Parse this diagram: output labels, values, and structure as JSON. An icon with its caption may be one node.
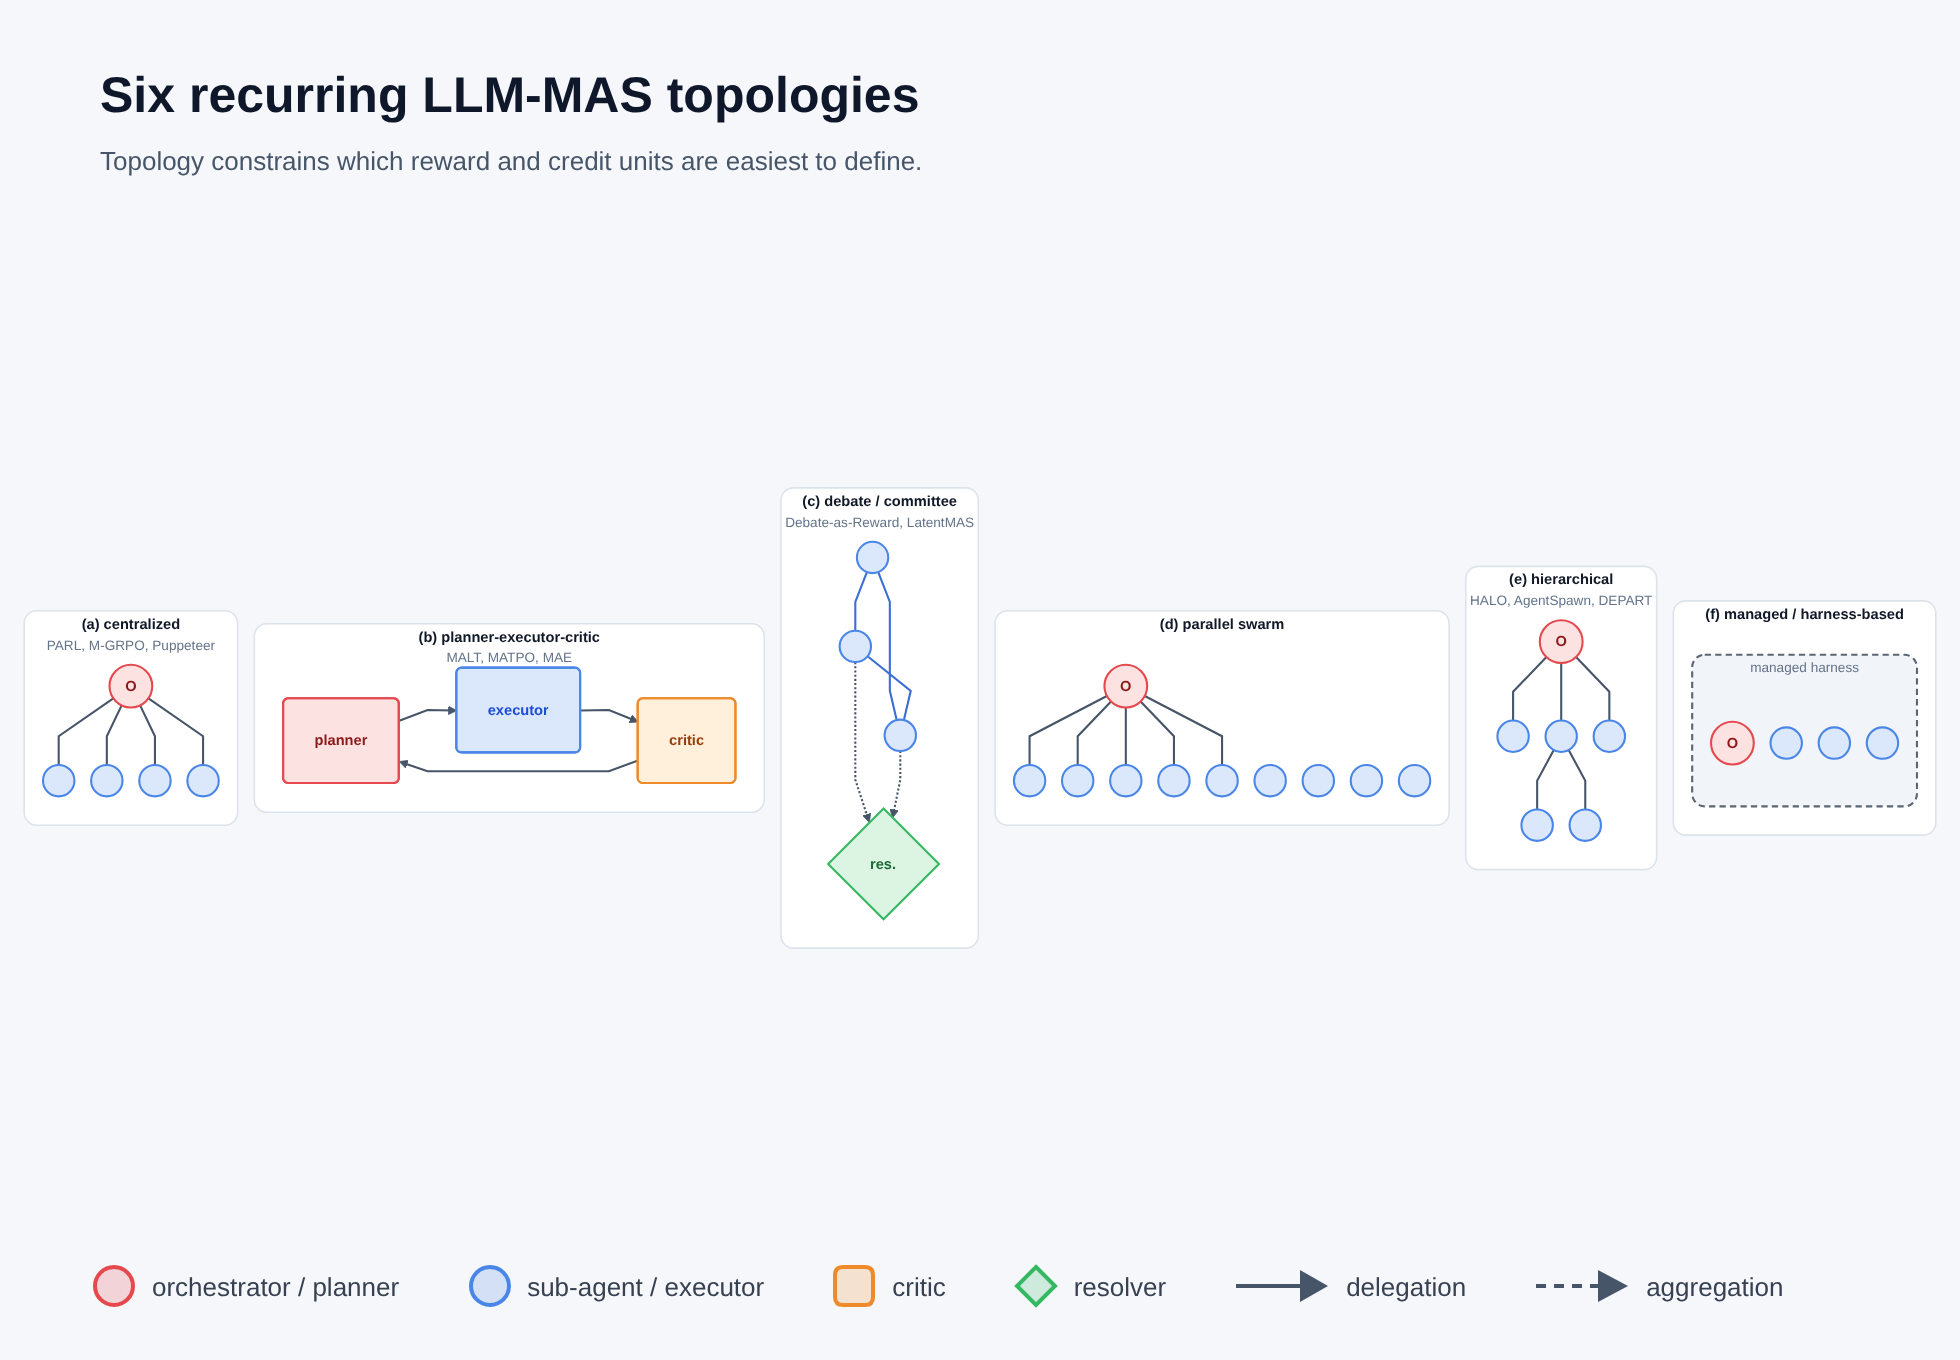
{
  "diagram": {
    "title": "Six recurring LLM-MAS topologies",
    "caption": "Topology constrains which reward and credit units are easiest to define.",
    "nodes": [
      {
        "text": [
          "(a) centralized",
          "PARL, M-GRPO, Puppeteer"
        ]
      },
      {
        "text": [
          "O"
        ],
        "in": 0
      },
      {
        "text": [],
        "shape": "circle",
        "in": 0
      },
      {
        "text": [],
        "shape": "circle",
        "in": 0
      },
      {
        "text": [],
        "shape": "circle",
        "in": 0
      },
      {
        "text": [],
        "shape": "circle",
        "in": 0
      },
      {
        "text": [
          "(b) planner-executor-critic",
          "MALT, MATPO, MAE"
        ]
      },
      {
        "text": [
          "planner"
        ],
        "in": 6
      },
      {
        "text": [
          "executor"
        ],
        "in": 6
      },
      {
        "text": [
          "critic"
        ],
        "in": 6
      },
      {
        "text": [
          "(c) debate / committee",
          "Debate-as-Reward, LatentMAS"
        ]
      },
      {
        "text": [],
        "shape": "circle",
        "in": 10
      },
      {
        "text": [],
        "shape": "circle",
        "in": 10
      },
      {
        "text": [],
        "shape": "circle",
        "in": 10
      },
      {
        "text": [
          "res."
        ],
        "in": 10
      },
      {
        "text": [
          "(d) parallel swarm"
        ]
      },
      {
        "text": [
          "O"
        ],
        "in": 15
      },
      {
        "text": [],
        "shape": "circle",
        "in": 15
      },
      {
        "text": [],
        "shape": "circle",
        "in": 15
      },
      {
        "text": [],
        "shape": "circle",
        "in": 15
      },
      {
        "text": [],
        "shape": "circle",
        "in": 15
      },
      {
        "text": [],
        "shape": "circle",
        "in": 15
      },
      {
        "text": [],
        "shape": "circle",
        "in": 15
      },
      {
        "text": [],
        "shape": "circle",
        "in": 15
      },
      {
        "text": [],
        "shape": "circle",
        "in": 15
      },
      {
        "text": [],
        "shape": "circle",
        "in": 15
      },
      {
        "text": [
          "(e) hierarchical",
          "HALO, AgentSpawn, DEPART"
        ]
      },
      {
        "text": [
          "O"
        ],
        "in": 26
      },
      {
        "text": [],
        "shape": "circle",
        "in": 26
      },
      {
        "text": [],
        "shape": "circle",
        "in": 26
      },
      {
        "text": [],
        "shape": "circle",
        "in": 26
      },
      {
        "text": [],
        "shape": "circle",
        "in": 26
      },
      {
        "text": [],
        "shape": "circle",
        "in": 26
      },
      {
        "text": [
          "(f) managed / harness-based"
        ]
      },
      {
        "text": [
          "managed harness"
        ],
        "in": 33
      },
      {
        "text": [
          "O"
        ],
        "in": 34
      },
      {
        "text": [],
        "shape": "circle",
        "in": 34
      },
      {
        "text": [],
        "shape": "circle",
        "in": 34
      },
      {
        "text": [],
        "shape": "circle",
        "in": 34
      }
    ],
    "edges": [
      {
        "from": 1,
        "to": 2,
        "arrow": "none"
      },
      {
        "from": 1,
        "to": 3,
        "arrow": "none"
      },
      {
        "from": 1,
        "to": 4,
        "arrow": "none"
      },
      {
        "from": 1,
        "to": 5,
        "arrow": "none"
      },
      {
        "from": 7,
        "to": 8,
        "arrow": "to"
      },
      {
        "from": 8,
        "to": 9,
        "arrow": "to"
      },
      {
        "from": 9,
        "to": 7,
        "arrow": "to"
      },
      {
        "from": 11,
        "to": 12,
        "arrow": "none",
        "color": "#3b6fd4"
      },
      {
        "from": 11,
        "to": 13,
        "arrow": "none",
        "color": "#3b6fd4"
      },
      {
        "from": 12,
        "to": 13,
        "arrow": "none",
        "color": "#3b6fd4"
      },
      {
        "from": 12,
        "to": 14,
        "arrow": "to",
        "style": "dashed"
      },
      {
        "from": 13,
        "to": 14,
        "arrow": "to",
        "style": "dashed"
      },
      {
        "from": 16,
        "to": 17,
        "arrow": "none"
      },
      {
        "from": 16,
        "to": 18,
        "arrow": "none"
      },
      {
        "from": 16,
        "to": 19,
        "arrow": "none"
      },
      {
        "from": 16,
        "to": 20,
        "arrow": "none"
      },
      {
        "from": 16,
        "to": 21,
        "arrow": "none"
      },
      {
        "from": 27,
        "to": 28,
        "arrow": "none"
      },
      {
        "from": 27,
        "to": 29,
        "arrow": "none"
      },
      {
        "from": 27,
        "to": 30,
        "arrow": "none"
      },
      {
        "from": 29,
        "to": 31,
        "arrow": "none"
      },
      {
        "from": 29,
        "to": 32,
        "arrow": "none"
      }
    ],
    "legend": [
      {
        "text": "orchestrator / planner",
        "color": "#e5484d"
      },
      {
        "text": "sub-agent / executor",
        "color": "#4a86e8"
      },
      {
        "text": "critic",
        "color": "#ee8a2a"
      },
      {
        "text": "resolver",
        "color": "#34b862"
      },
      {
        "text": "delegation"
      },
      {
        "text": "aggregation"
      }
    ]
  }
}
